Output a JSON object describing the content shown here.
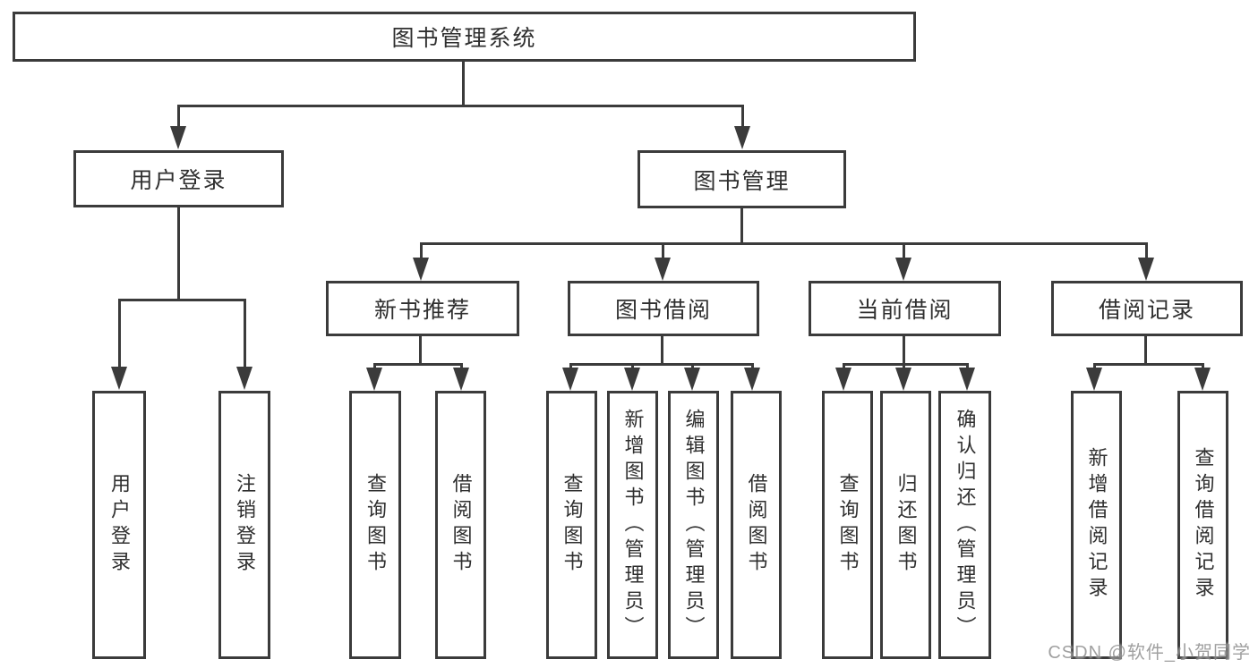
{
  "title": {
    "label": "图书管理系统"
  },
  "nodes": {
    "user_login": "用户登录",
    "book_mgmt": "图书管理",
    "new_books": "新书推荐",
    "book_borrow": "图书借阅",
    "current_borrow": "当前借阅",
    "borrow_records": "借阅记录"
  },
  "leaves": {
    "user_login": [
      "用户登录",
      "注销登录"
    ],
    "new_books": [
      "查询图书",
      "借阅图书"
    ],
    "book_borrow": [
      "查询图书",
      "新增图书（管理员）",
      "编辑图书（管理员）",
      "借阅图书"
    ],
    "current_borrow": [
      "查询图书",
      "归还图书",
      "确认归还（管理员）"
    ],
    "borrow_records": [
      "新增借阅记录",
      "查询借阅记录"
    ]
  },
  "watermark": "CSDN @软件_小贺同学",
  "colors": {
    "line": "#3b3b3b",
    "box_background": "#ffffff",
    "text": "#2f2f2f",
    "watermark": "#808080"
  }
}
